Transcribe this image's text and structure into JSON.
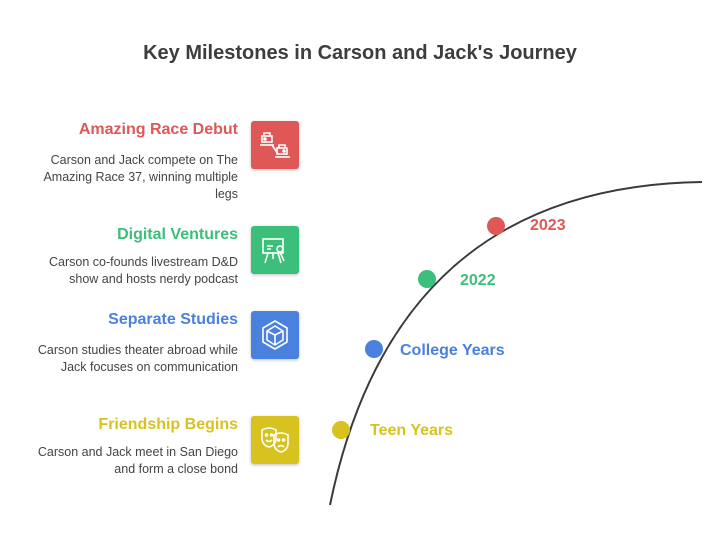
{
  "title": "Key Milestones in Carson and Jack's Journey",
  "colors": {
    "red": "#e05757",
    "green": "#3bbf7b",
    "blue": "#4a80de",
    "yellow": "#d8c21f",
    "curve": "#3a3a3a"
  },
  "milestones": [
    {
      "title": "Amazing Race Debut",
      "description": "Carson and Jack compete on The Amazing Race 37, winning multiple legs",
      "icon": "race-map-icon",
      "color": "#e05757"
    },
    {
      "title": "Digital Ventures",
      "description": "Carson co-founds livestream D&D show and hosts nerdy podcast",
      "icon": "presentation-board-icon",
      "color": "#3bbf7b"
    },
    {
      "title": "Separate Studies",
      "description": "Carson studies theater abroad while Jack focuses on communication",
      "icon": "cube-icon",
      "color": "#4a80de"
    },
    {
      "title": "Friendship Begins",
      "description": "Carson and Jack meet in San Diego and form a close bond",
      "icon": "theater-masks-icon",
      "color": "#d8c21f"
    }
  ],
  "timeline": [
    {
      "label": "2023",
      "color": "#e05757"
    },
    {
      "label": "2022",
      "color": "#3bbf7b"
    },
    {
      "label": "College Years",
      "color": "#4a80de"
    },
    {
      "label": "Teen Years",
      "color": "#d8c21f"
    }
  ]
}
